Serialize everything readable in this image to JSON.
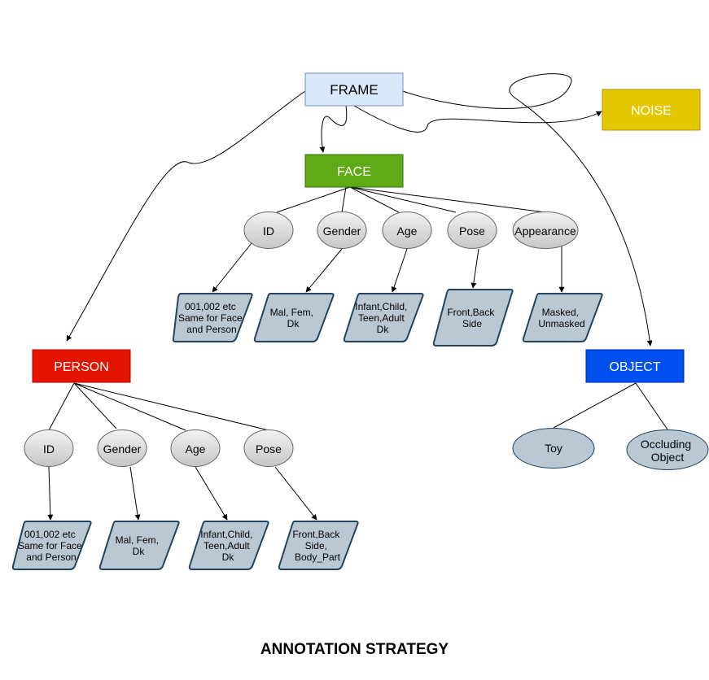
{
  "caption": "ANNOTATION STRATEGY",
  "colors": {
    "frame_fill": "#dae8fc",
    "frame_stroke": "#6c8ebf",
    "face_fill": "#60a917",
    "noise_fill": "#e3c800",
    "person_fill": "#e51400",
    "object_fill": "#0050ef",
    "ellipse_light": "#f0f0f0",
    "ellipse_dark": "#c8c8c8",
    "value_fill": "#bac8d3",
    "value_stroke": "#23445d"
  },
  "nodes": {
    "frame": "FRAME",
    "face": "FACE",
    "noise": "NOISE",
    "person": "PERSON",
    "object": "OBJECT"
  },
  "face_attrs": {
    "id": "ID",
    "gender": "Gender",
    "age": "Age",
    "pose": "Pose",
    "appearance": "Appearance"
  },
  "face_values": {
    "id": [
      "001,002 etc",
      "Same for Face",
      "and Person"
    ],
    "gender": [
      "Mal, Fem,",
      "Dk"
    ],
    "age": [
      "Infant,Child,",
      "Teen,Adult",
      "Dk"
    ],
    "pose": [
      "Front,Back",
      "Side"
    ],
    "appearance": [
      "Masked,",
      "Unmasked"
    ]
  },
  "person_attrs": {
    "id": "ID",
    "gender": "Gender",
    "age": "Age",
    "pose": "Pose"
  },
  "person_values": {
    "id": [
      "001,002 etc",
      "Same for Face",
      "and Person"
    ],
    "gender": [
      "Mal, Fem,",
      "Dk"
    ],
    "age": [
      "Infant,Child,",
      "Teen,Adult",
      "Dk"
    ],
    "pose": [
      "Front,Back",
      "Side,",
      "Body_Part"
    ]
  },
  "object_children": {
    "toy": [
      "Toy"
    ],
    "occluding": [
      "Occluding",
      "Object"
    ]
  }
}
